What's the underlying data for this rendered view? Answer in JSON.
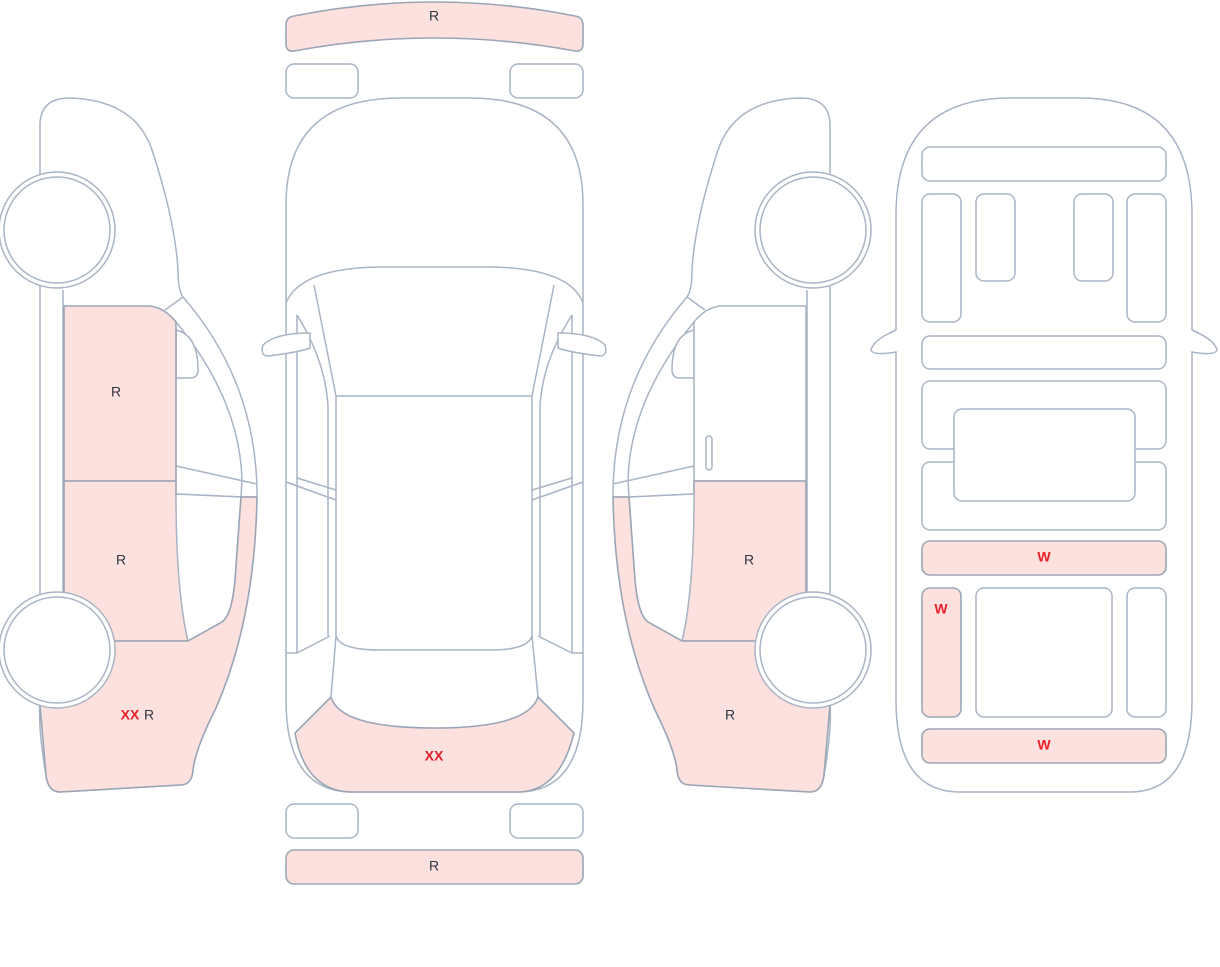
{
  "colors": {
    "damage_fill": "#fde1de",
    "outline": "#a9b4c4",
    "code_text": "#2d3440",
    "severe_text": "#e8202a"
  },
  "left_side": {
    "front_door": "R",
    "rear_door": "R",
    "rear_quarter_severe": "XX",
    "rear_quarter": "R"
  },
  "top_view": {
    "front_bumper": "R",
    "rear_window": "XX",
    "rear_bumper": "R"
  },
  "right_side": {
    "rear_door": "R",
    "rear_quarter": "R"
  },
  "interior": {
    "row_a": "W",
    "left_seat": "W",
    "row_b": "W"
  }
}
